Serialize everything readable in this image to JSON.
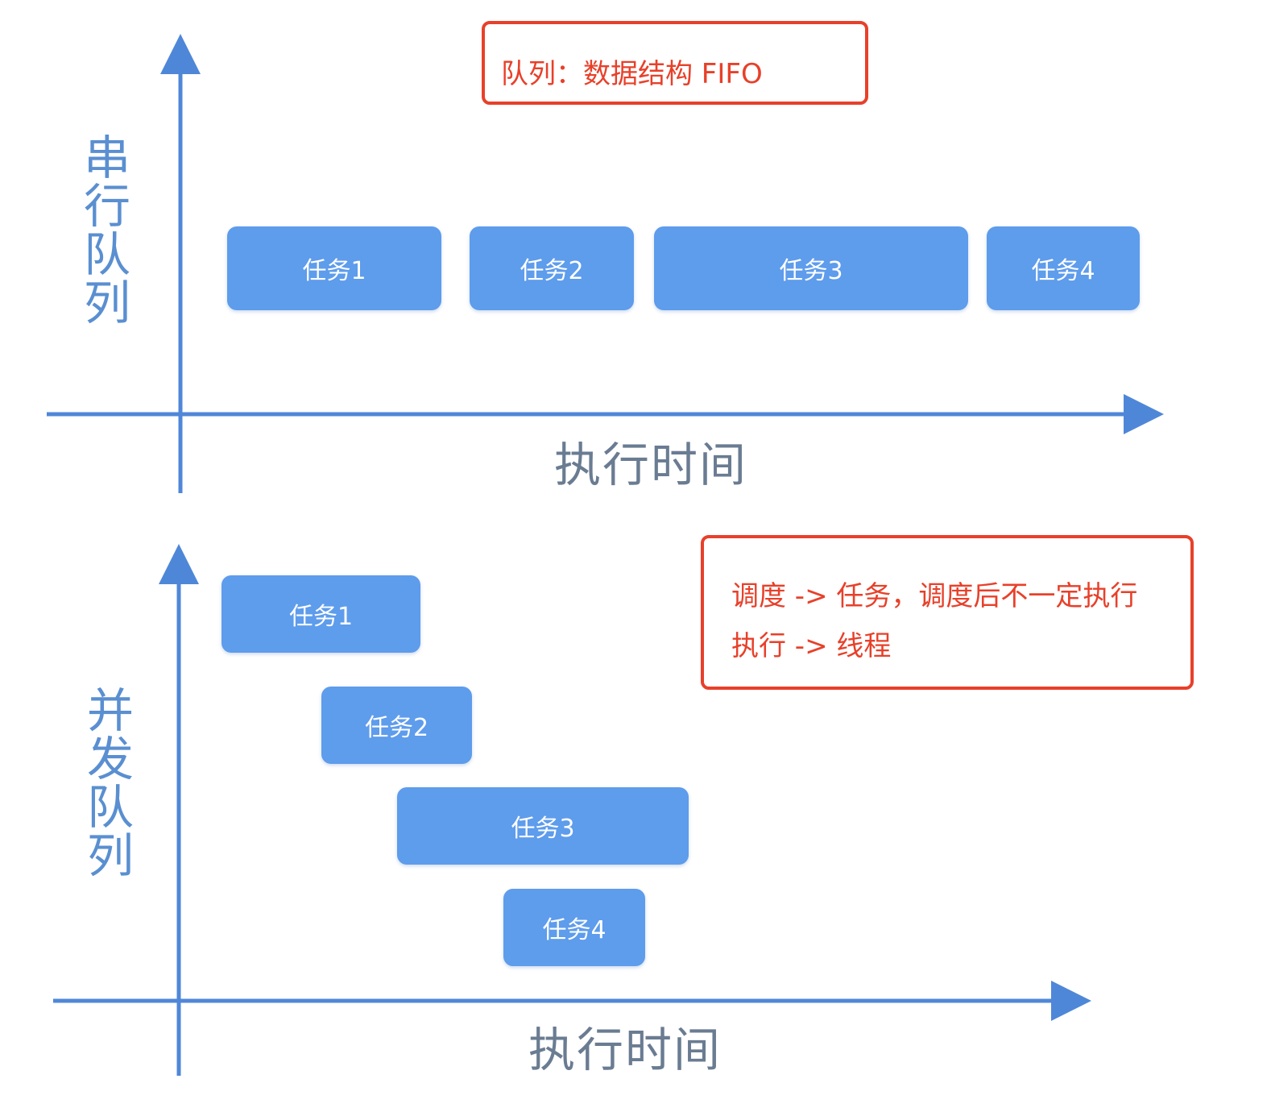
{
  "colors": {
    "axis": "#4f87d8",
    "task_fill": "#5e9cec",
    "task_text": "#ffffff",
    "note_border": "#e8402a",
    "note_text": "#e8402a",
    "y_label": "#5a8fd1",
    "x_label": "#6a7c92"
  },
  "note_top": {
    "text": "队列：数据结构 FIFO"
  },
  "note_right": {
    "line1": "调度 -> 任务，调度后不一定执行",
    "line2": "执行 -> 线程"
  },
  "serial": {
    "y_label": "串行队列",
    "x_label": "执行时间",
    "tasks": [
      {
        "label": "任务1"
      },
      {
        "label": "任务2"
      },
      {
        "label": "任务3"
      },
      {
        "label": "任务4"
      }
    ]
  },
  "concurrent": {
    "y_label": "并发队列",
    "x_label": "执行时间",
    "tasks": [
      {
        "label": "任务1"
      },
      {
        "label": "任务2"
      },
      {
        "label": "任务3"
      },
      {
        "label": "任务4"
      }
    ]
  }
}
